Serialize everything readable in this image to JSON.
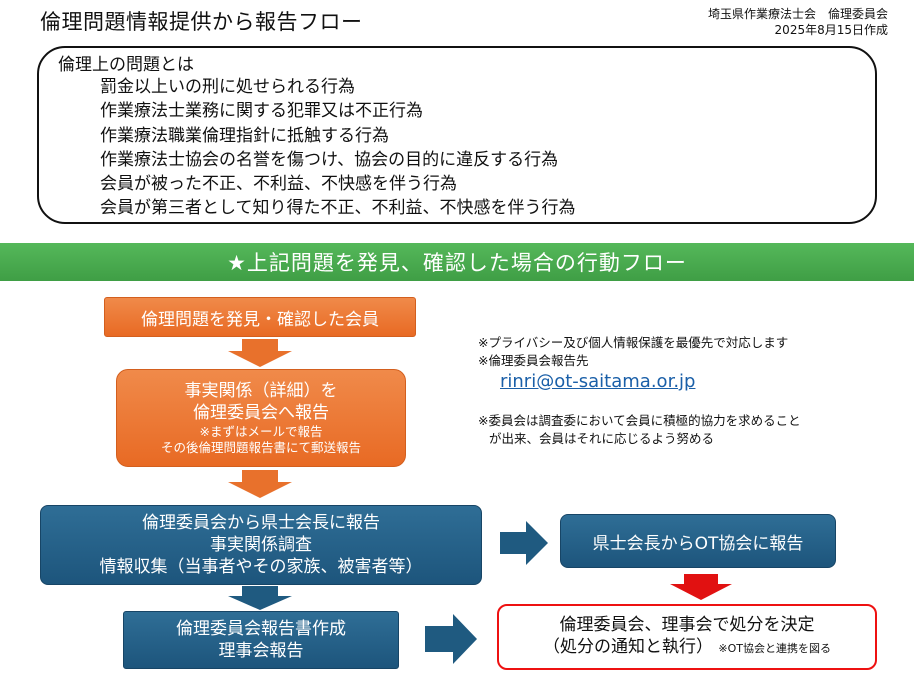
{
  "header": {
    "title": "倫理問題情報提供から報告フロー",
    "org": "埼玉県作業療法士会　倫理委員会",
    "date": "2025年8月15日作成"
  },
  "definition": {
    "heading": "倫理上の問題とは",
    "items": [
      "罰金以上いの刑に処せられる行為",
      "作業療法士業務に関する犯罪又は不正行為",
      "作業療法職業倫理指針に抵触する行為",
      "作業療法士協会の名誉を傷つけ、協会の目的に違反する行為",
      "会員が被った不正、不利益、不快感を伴う行為",
      "会員が第三者として知り得た不正、不利益、不快感を伴う行為"
    ]
  },
  "banner": "★上記問題を発見、確認した場合の行動フロー",
  "flow": {
    "step1": "倫理問題を発見・確認した会員",
    "step2": {
      "line1": "事実関係（詳細）を",
      "line2": "倫理委員会へ報告",
      "note1": "※まずはメールで報告",
      "note2": "その後倫理問題報告書にて郵送報告"
    },
    "step3": {
      "line1": "倫理委員会から県士会長に報告",
      "line2": "事実関係調査",
      "line3": "情報収集（当事者やその家族、被害者等）"
    },
    "step4": {
      "line1": "倫理委員会報告書作成",
      "line2": "理事会報告"
    },
    "step5": "県士会長からOT協会に報告",
    "step6": {
      "line1": "倫理委員会、理事会で処分を決定",
      "line2": "（処分の通知と執行）",
      "note": "※OT協会と連携を図る"
    }
  },
  "notes": {
    "privacy": "※プライバシー及び個人情報保護を最優先で対応します",
    "report_to": "※倫理委員会報告先",
    "email": "rinri@ot-saitama.or.jp",
    "cooperation1": "※委員会は調査委において会員に積極的協力を求めること",
    "cooperation2": "が出来、会員はそれに応じるよう努める"
  },
  "colors": {
    "orange": "#e8712c",
    "blue": "#1f5a80",
    "green": "#4aaa4f",
    "red": "#e11111"
  }
}
